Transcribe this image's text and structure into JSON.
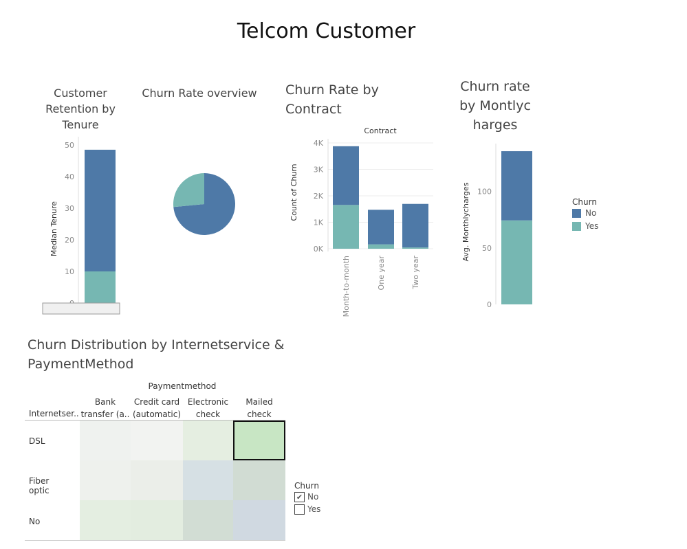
{
  "page": {
    "title": "Telcom Customer"
  },
  "colors": {
    "no": "#4e79a7",
    "yes": "#76b7b2",
    "axis": "#888888",
    "grid": "#eeeeee"
  },
  "tenure": {
    "title_lines": [
      "Customer",
      "Retention by",
      "Tenure"
    ],
    "ylabel": "Median Tenure",
    "ticks": [
      "0",
      "10",
      "20",
      "30",
      "40",
      "50"
    ]
  },
  "churn_overview": {
    "title": "Churn Rate overview"
  },
  "contract": {
    "title_lines": [
      "Churn Rate by",
      "Contract"
    ],
    "header": "Contract",
    "ylabel": "Count of Churn",
    "ticks": [
      "0K",
      "1K",
      "2K",
      "3K",
      "4K"
    ],
    "categories": [
      "Month-to-month",
      "One year",
      "Two year"
    ]
  },
  "monthly": {
    "title_lines": [
      "Churn rate",
      "by Montlyc",
      "harges"
    ],
    "ylabel": "Avg. Monthlycharges",
    "ticks": [
      "0",
      "50",
      "100"
    ]
  },
  "legend": {
    "title": "Churn",
    "items": [
      "No",
      "Yes"
    ]
  },
  "heatmap": {
    "title_lines": [
      "Churn Distribution by Internetservice &",
      "PaymentMethod"
    ],
    "col_title": "Paymentmethod",
    "row_header": "Internetser..",
    "columns": [
      [
        "Bank",
        "transfer (a.."
      ],
      [
        "Credit card",
        "(automatic)"
      ],
      [
        "Electronic",
        "check"
      ],
      [
        "Mailed",
        "check"
      ]
    ],
    "rows": [
      "DSL",
      "Fiber optic",
      "No"
    ]
  },
  "filter": {
    "title": "Churn",
    "items": [
      {
        "label": "No",
        "checked": true
      },
      {
        "label": "Yes",
        "checked": false
      }
    ],
    "check_glyph": "✔"
  },
  "chart_data": [
    {
      "type": "bar",
      "title": "Customer Retention by Tenure",
      "ylabel": "Median Tenure",
      "ylim": [
        0,
        50
      ],
      "categories": [
        ""
      ],
      "series": [
        {
          "name": "No",
          "values": [
            38.5
          ]
        },
        {
          "name": "Yes",
          "values": [
            10
          ]
        }
      ]
    },
    {
      "type": "pie",
      "title": "Churn Rate overview",
      "series": [
        {
          "name": "No",
          "values": [
            73.5
          ]
        },
        {
          "name": "Yes",
          "values": [
            26.5
          ]
        }
      ]
    },
    {
      "type": "bar",
      "title": "Churn Rate by Contract",
      "xlabel": "Contract",
      "ylabel": "Count of Churn",
      "ylim": [
        0,
        4000
      ],
      "categories": [
        "Month-to-month",
        "One year",
        "Two year"
      ],
      "series": [
        {
          "name": "No",
          "values": [
            2220,
            1307,
            1647
          ]
        },
        {
          "name": "Yes",
          "values": [
            1655,
            166,
            48
          ]
        }
      ]
    },
    {
      "type": "bar",
      "title": "Churn rate by Montlycharges",
      "ylabel": "Avg. Monthlycharges",
      "ylim": [
        0,
        140
      ],
      "categories": [
        ""
      ],
      "series": [
        {
          "name": "No",
          "values": [
            61.3
          ]
        },
        {
          "name": "Yes",
          "values": [
            74.4
          ]
        }
      ]
    },
    {
      "type": "heatmap",
      "title": "Churn Distribution by Internetservice & PaymentMethod",
      "xlabel": "Paymentmethod",
      "ylabel": "Internetser..",
      "x": [
        "Bank transfer (a..",
        "Credit card (automatic)",
        "Electronic check",
        "Mailed check"
      ],
      "y": [
        "DSL",
        "Fiber optic",
        "No"
      ],
      "cell_colors": [
        [
          "#eff2ef",
          "#f2f3f1",
          "#e5eee1",
          "#c8e6c4"
        ],
        [
          "#eef1ed",
          "#ebeee9",
          "#d6e0e4",
          "#d1dcd3"
        ],
        [
          "#e4eee1",
          "#e3ede0",
          "#d2ddd4",
          "#d0d9e1"
        ]
      ],
      "highlighted": [
        "DSL",
        "Mailed check"
      ]
    }
  ]
}
